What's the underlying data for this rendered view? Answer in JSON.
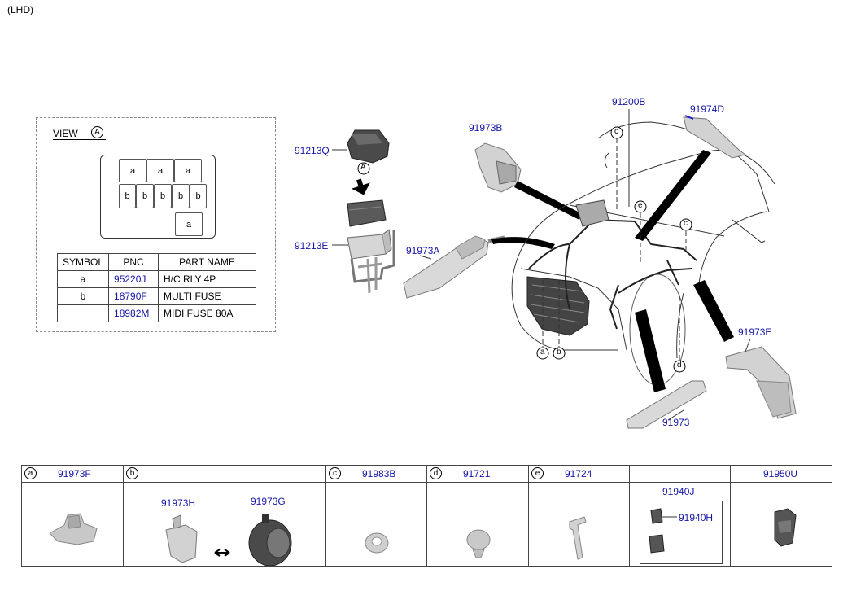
{
  "page_label": "(LHD)",
  "view": {
    "title": "VIEW",
    "circle": "A",
    "fuses_a": [
      "a",
      "a",
      "a"
    ],
    "fuses_b": [
      "b",
      "b",
      "b",
      "b",
      "b"
    ],
    "fuse_a_single": "a"
  },
  "parts_table": {
    "headers": [
      "SYMBOL",
      "PNC",
      "PART NAME"
    ],
    "rows": [
      {
        "symbol": "a",
        "pnc": "95220J",
        "name": "H/C RLY 4P"
      },
      {
        "symbol": "b",
        "pnc": "18790F",
        "name": "MULTI FUSE"
      },
      {
        "symbol": "",
        "pnc": "18982M",
        "name": "MIDI FUSE 80A"
      }
    ]
  },
  "callouts": {
    "c91213Q": "91213Q",
    "c91213E": "91213E",
    "arrowA": "A",
    "c91973A": "91973A",
    "c91973B": "91973B",
    "c91200B": "91200B",
    "c91974D": "91974D",
    "c91973E": "91973E",
    "c91973": "91973",
    "circ_a": "a",
    "circ_b": "b",
    "circ_c1": "c",
    "circ_c2": "c",
    "circ_d": "d",
    "circ_e": "e"
  },
  "strip": {
    "cells": [
      {
        "symbol": "a",
        "pnc": "91973F"
      },
      {
        "symbol": "b",
        "pnc": "",
        "sub": [
          "91973H",
          "91973G"
        ]
      },
      {
        "symbol": "c",
        "pnc": "91983B"
      },
      {
        "symbol": "d",
        "pnc": "91721"
      },
      {
        "symbol": "e",
        "pnc": "91724"
      },
      {
        "symbol": "",
        "pnc": "",
        "sub": [
          "91940J",
          "91940H"
        ]
      },
      {
        "symbol": "",
        "pnc": "91950U"
      }
    ]
  },
  "colors": {
    "pnc_blue": "#1515a8",
    "line": "#444444",
    "part_gray": "#bfbfbf"
  }
}
